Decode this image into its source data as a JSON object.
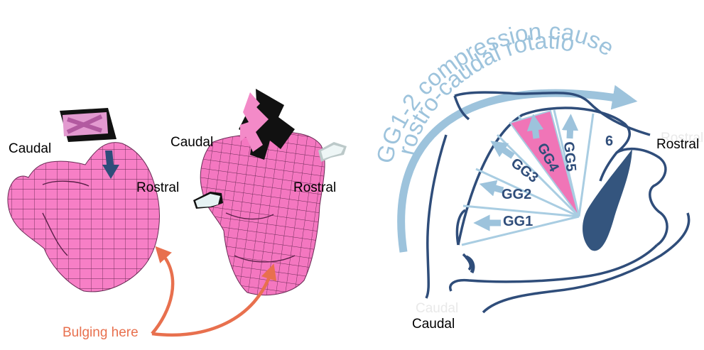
{
  "colors": {
    "tissue": "#f77fc6",
    "mesh": "#6a2a55",
    "arrow_orange": "#e8704e",
    "tongue_outline": "#2f4d7a",
    "rotation_arrow": "#9dc3dc",
    "fan_line": "#a9cde2",
    "gg4_fill": "#f075b7",
    "jaw_fill": "#34557e",
    "ghost_text": "#e9e9e9"
  },
  "left_model": {
    "caudal_label": "Caudal",
    "rostral_label": "Rostral"
  },
  "middle_model": {
    "caudal_label": "Caudal",
    "rostral_label": "Rostral"
  },
  "bulge_label": "Bulging here",
  "tongue_diagram": {
    "title_line1": "GG1-2 compression causes",
    "title_line2": "rostro-caudal rotation",
    "rostral_label": "Rostral",
    "rostral_ghost": "Rostral",
    "caudal_label": "Caudal",
    "caudal_ghost": "Caudal",
    "segments": [
      "GG1",
      "GG2",
      "GG3",
      "GG4",
      "GG5",
      "6"
    ]
  }
}
